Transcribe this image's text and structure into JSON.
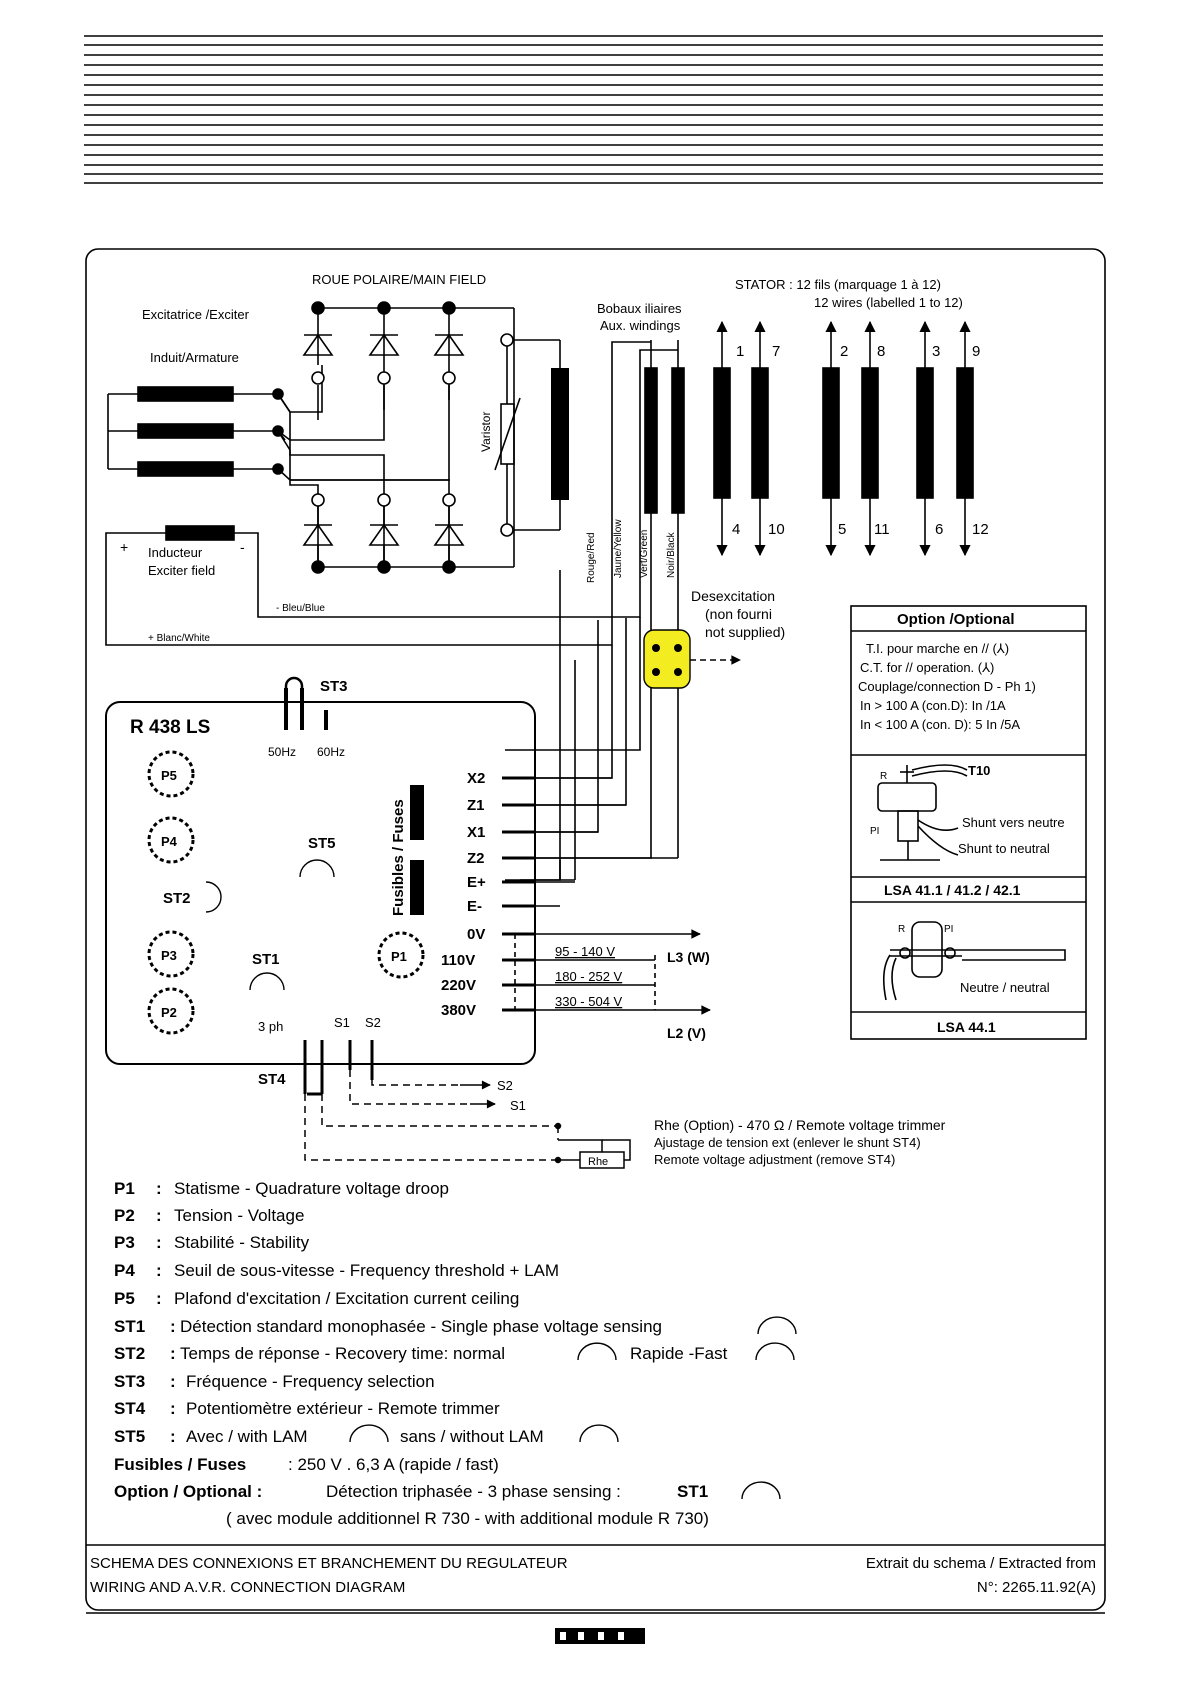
{
  "diagram": {
    "main_field": "ROUE POLAIRE/MAIN FIELD",
    "exciter": "Excitatrice /Exciter",
    "armature": "Induit/Armature",
    "varistor": "Varistor",
    "aux_windings_fr": "Bobaux iliaires",
    "aux_windings_en": "Aux. windings",
    "stator_fr": "STATOR : 12 fils (marquage 1 à 12)",
    "stator_en": "12 wires (labelled 1 to 12)",
    "stator_top": [
      "1",
      "7",
      "2",
      "8",
      "3",
      "9"
    ],
    "stator_bottom": [
      "4",
      "10",
      "5",
      "11",
      "6",
      "12"
    ],
    "inductor_plus": "+",
    "inductor_minus": "-",
    "inductor_fr": "Inducteur",
    "inductor_en": "Exciter field",
    "wire_blue": "- Bleu/Blue",
    "wire_white": "+ Blanc/White",
    "wire_red": "Rouge/Red",
    "wire_yellow": "Jaune/Yellow",
    "wire_green": "Vert/Green",
    "wire_black": "Noir/Black",
    "deexc": [
      "Desexcitation",
      "(non fourni",
      "not supplied)"
    ],
    "avr_name": "R 438 LS",
    "st3": "ST3",
    "hz50": "50Hz",
    "hz60": "60Hz",
    "pots": [
      "P5",
      "P4",
      "P3",
      "P2",
      "P1"
    ],
    "st2": "ST2",
    "st5": "ST5",
    "st1": "ST1",
    "fuses": "Fusibles / Fuses",
    "terminals": [
      "X2",
      "Z1",
      "X1",
      "Z2",
      "E+",
      "E-",
      "0V",
      "110V",
      "220V",
      "380V"
    ],
    "ranges": [
      "95 - 140 V",
      "180 - 252 V",
      "330 - 504 V"
    ],
    "l3": "L3 (W)",
    "l2": "L2 (V)",
    "ph3": "3 ph",
    "s1": "S1",
    "s2": "S2",
    "st4": "ST4",
    "rhe_box": "Rhe",
    "rhe_lines": [
      "Rhe (Option) - 470 Ω / Remote voltage trimmer",
      "Ajustage de tension ext (enlever le shunt ST4)",
      "Remote voltage adjustment (remove ST4)"
    ]
  },
  "option_box": {
    "title": "Option /Optional",
    "lines": [
      "T.I. pour marche en // (⅄)",
      "C.T. for // operation. (⅄)",
      "Couplage/connection D -  Ph 1)",
      "In > 100 A (con.D): In /1A",
      "In < 100 A (con. D): 5 In /5A"
    ],
    "t10": "T10",
    "r": "R",
    "pi": "PI",
    "shunt_fr": "Shunt vers neutre",
    "shunt_en": "Shunt to neutral",
    "lsa1": "LSA 41.1 / 41.2 / 42.1",
    "neutral": "Neutre / neutral",
    "lsa2": "LSA 44.1"
  },
  "legend": [
    {
      "key": "P1",
      "text": "Statisme - Quadrature voltage droop"
    },
    {
      "key": "P2",
      "text": "Tension - Voltage"
    },
    {
      "key": "P3",
      "text": "Stabilité - Stability"
    },
    {
      "key": "P4",
      "text": "Seuil de sous-vitesse - Frequency threshold + LAM"
    },
    {
      "key": "P5",
      "text": "Plafond d'excitation / Excitation current ceiling"
    },
    {
      "key": "ST1",
      "text": "Détection standard monophasée - Single phase voltage sensing"
    },
    {
      "key": "ST2",
      "text": "Temps de réponse - Recovery time: normal",
      "text2": "Rapide -Fast"
    },
    {
      "key": "ST3",
      "text": "Fréquence - Frequency selection"
    },
    {
      "key": "ST4",
      "text": "Potentiomètre extérieur - Remote trimmer"
    },
    {
      "key": "ST5",
      "text": "Avec / with LAM",
      "text2": "sans / without LAM"
    }
  ],
  "fuses_line": {
    "key": "Fusibles / Fuses",
    "text": ": 250 V . 6,3 A (rapide / fast)"
  },
  "option_line": {
    "key": "Option / Optional :",
    "text": "Détection triphasée - 3 phase sensing :",
    "st1": "ST1",
    "sub": "( avec module additionnel R 730 - with additional module R 730)"
  },
  "footer": {
    "left1": "SCHEMA DES CONNEXIONS ET BRANCHEMENT DU REGULATEUR",
    "left2": "WIRING AND A.V.R. CONNECTION DIAGRAM",
    "right1": "Extrait du schema / Extracted from",
    "right2": "N°: 2265.11.92(A)"
  }
}
